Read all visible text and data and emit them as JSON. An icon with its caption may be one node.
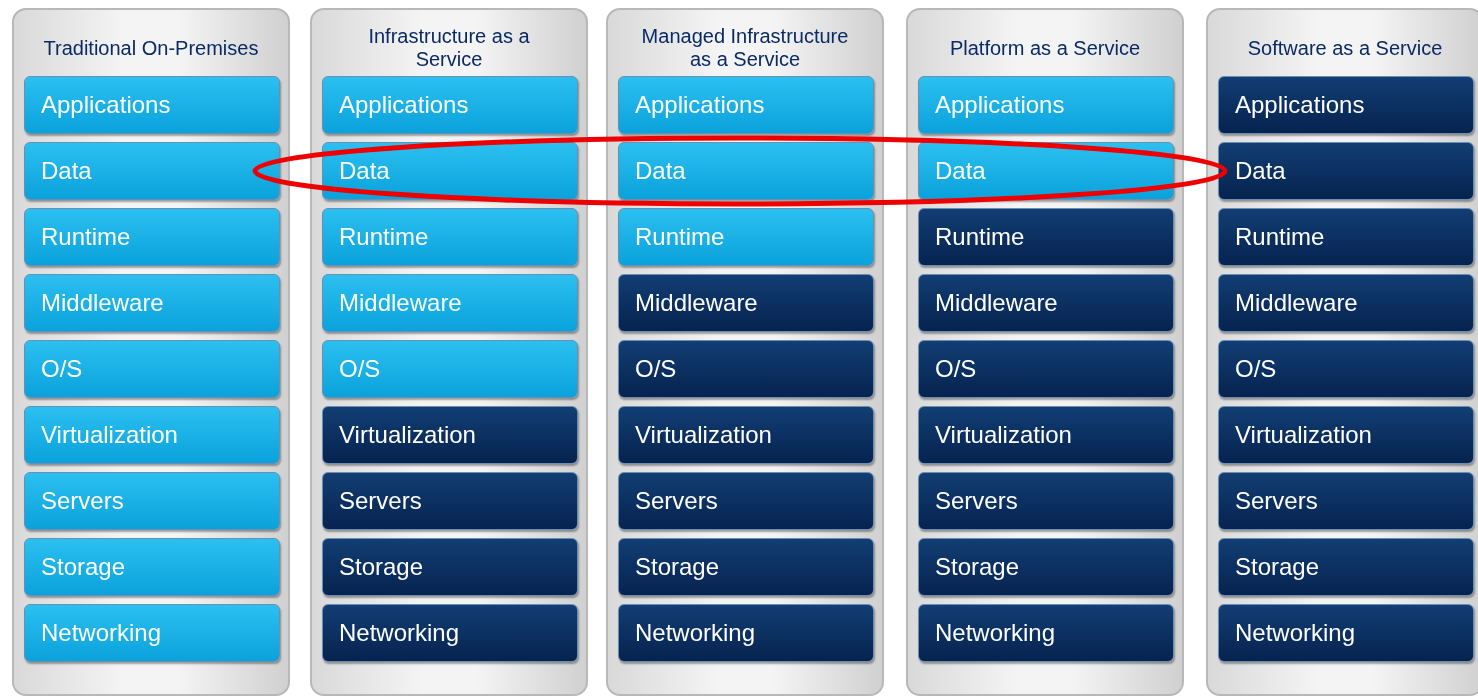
{
  "diagram": {
    "nodes": [
      {
        "text": [
          "Traditional On-Premises"
        ]
      },
      {
        "text": [
          "Applications"
        ],
        "in": 0
      },
      {
        "text": [
          "Data"
        ],
        "in": 0
      },
      {
        "text": [
          "Runtime"
        ],
        "in": 0
      },
      {
        "text": [
          "Middleware"
        ],
        "in": 0
      },
      {
        "text": [
          "O/S"
        ],
        "in": 0
      },
      {
        "text": [
          "Virtualization"
        ],
        "in": 0
      },
      {
        "text": [
          "Servers"
        ],
        "in": 0
      },
      {
        "text": [
          "Storage"
        ],
        "in": 0
      },
      {
        "text": [
          "Networking"
        ],
        "in": 0
      },
      {
        "text": [
          "Infrastructure as a Service"
        ]
      },
      {
        "text": [
          "Applications"
        ],
        "in": 10
      },
      {
        "text": [
          "Data"
        ],
        "in": 10
      },
      {
        "text": [
          "Runtime"
        ],
        "in": 10
      },
      {
        "text": [
          "Middleware"
        ],
        "in": 10
      },
      {
        "text": [
          "O/S"
        ],
        "in": 10
      },
      {
        "text": [
          "Virtualization"
        ],
        "in": 10
      },
      {
        "text": [
          "Servers"
        ],
        "in": 10
      },
      {
        "text": [
          "Storage"
        ],
        "in": 10
      },
      {
        "text": [
          "Networking"
        ],
        "in": 10
      },
      {
        "text": [
          "Managed Infrastructure as a Service"
        ]
      },
      {
        "text": [
          "Applications"
        ],
        "in": 20
      },
      {
        "text": [
          "Data"
        ],
        "in": 20
      },
      {
        "text": [
          "Runtime"
        ],
        "in": 20
      },
      {
        "text": [
          "Middleware"
        ],
        "in": 20
      },
      {
        "text": [
          "O/S"
        ],
        "in": 20
      },
      {
        "text": [
          "Virtualization"
        ],
        "in": 20
      },
      {
        "text": [
          "Servers"
        ],
        "in": 20
      },
      {
        "text": [
          "Storage"
        ],
        "in": 20
      },
      {
        "text": [
          "Networking"
        ],
        "in": 20
      },
      {
        "text": [
          "Platform as a Service"
        ]
      },
      {
        "text": [
          "Applications"
        ],
        "in": 30
      },
      {
        "text": [
          "Data"
        ],
        "in": 30
      },
      {
        "text": [
          "Runtime"
        ],
        "in": 30
      },
      {
        "text": [
          "Middleware"
        ],
        "in": 30
      },
      {
        "text": [
          "O/S"
        ],
        "in": 30
      },
      {
        "text": [
          "Virtualization"
        ],
        "in": 30
      },
      {
        "text": [
          "Servers"
        ],
        "in": 30
      },
      {
        "text": [
          "Storage"
        ],
        "in": 30
      },
      {
        "text": [
          "Networking"
        ],
        "in": 30
      },
      {
        "text": [
          "Software as a Service"
        ]
      },
      {
        "text": [
          "Applications"
        ],
        "in": 40
      },
      {
        "text": [
          "Data"
        ],
        "in": 40
      },
      {
        "text": [
          "Runtime"
        ],
        "in": 40
      },
      {
        "text": [
          "Middleware"
        ],
        "in": 40
      },
      {
        "text": [
          "O/S"
        ],
        "in": 40
      },
      {
        "text": [
          "Virtualization"
        ],
        "in": 40
      },
      {
        "text": [
          "Servers"
        ],
        "in": 40
      },
      {
        "text": [
          "Storage"
        ],
        "in": 40
      },
      {
        "text": [
          "Networking"
        ],
        "in": 40
      }
    ]
  }
}
